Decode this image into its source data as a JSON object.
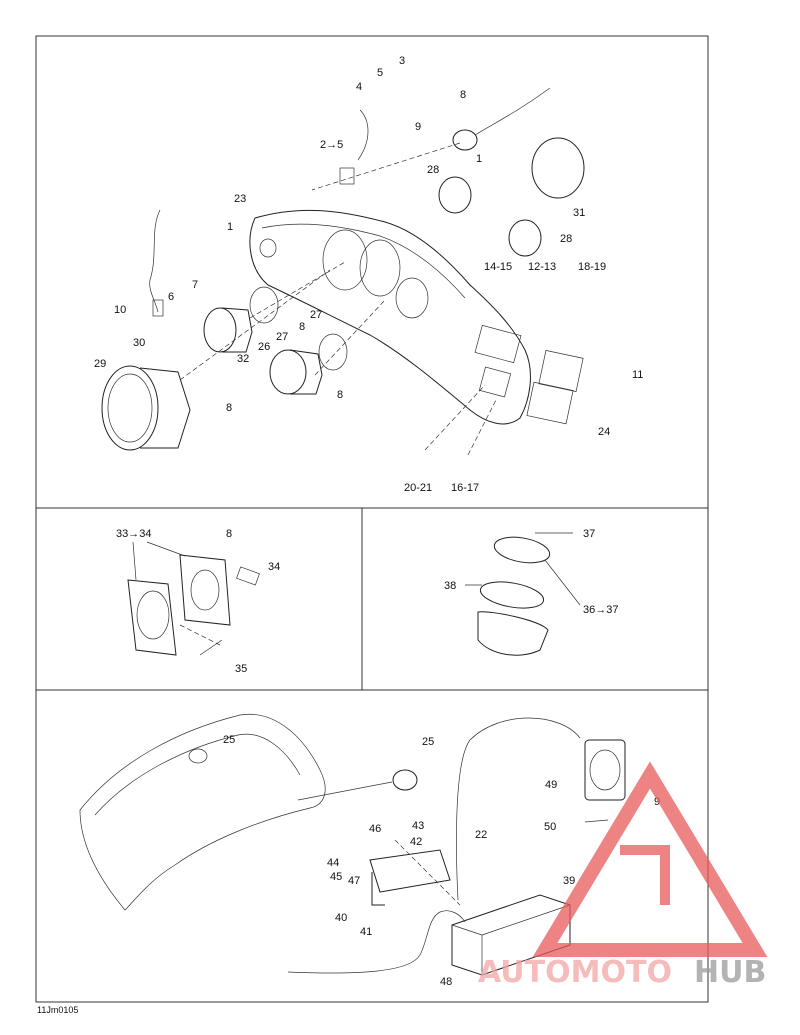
{
  "diagram_code": "11Jm0105",
  "watermark": {
    "part_a": "AUTOMOTO",
    "part_b": "HUB",
    "color_a": "#f4a6a6",
    "color_b": "#9a9a9a",
    "logo_color": "#e85a5a"
  },
  "top_panel_labels": {
    "l3": "3",
    "l5": "5",
    "l4": "4",
    "l8a": "8",
    "l9a": "9",
    "l1a": "1",
    "l2to5": "2→5",
    "l28a": "28",
    "l31": "31",
    "l23": "23",
    "l1b": "1",
    "l28b": "28",
    "l14_15": "14-15",
    "l12_13": "12-13",
    "l18_19": "18-19",
    "l10": "10",
    "l6": "6",
    "l7": "7",
    "l27a": "27",
    "l8b": "8",
    "l27b": "27",
    "l30": "30",
    "l32": "32",
    "l26": "26",
    "l29": "29",
    "l8c": "8",
    "l8d": "8",
    "l11": "11",
    "l24": "24",
    "l20_21": "20-21",
    "l16_17": "16-17"
  },
  "mid_left_labels": {
    "l33to34": "33→34",
    "l8": "8",
    "l34": "34",
    "l35": "35"
  },
  "mid_right_labels": {
    "l37": "37",
    "l38": "38",
    "l36to37": "36→37"
  },
  "bottom_panel_labels": {
    "l25a": "25",
    "l25b": "25",
    "l22": "22",
    "l49": "49",
    "l9": "9",
    "l50": "50",
    "l43": "43",
    "l46": "46",
    "l42": "42",
    "l44": "44",
    "l45": "45",
    "l47": "47",
    "l39": "39",
    "l40": "40",
    "l41": "41",
    "l48": "48"
  }
}
